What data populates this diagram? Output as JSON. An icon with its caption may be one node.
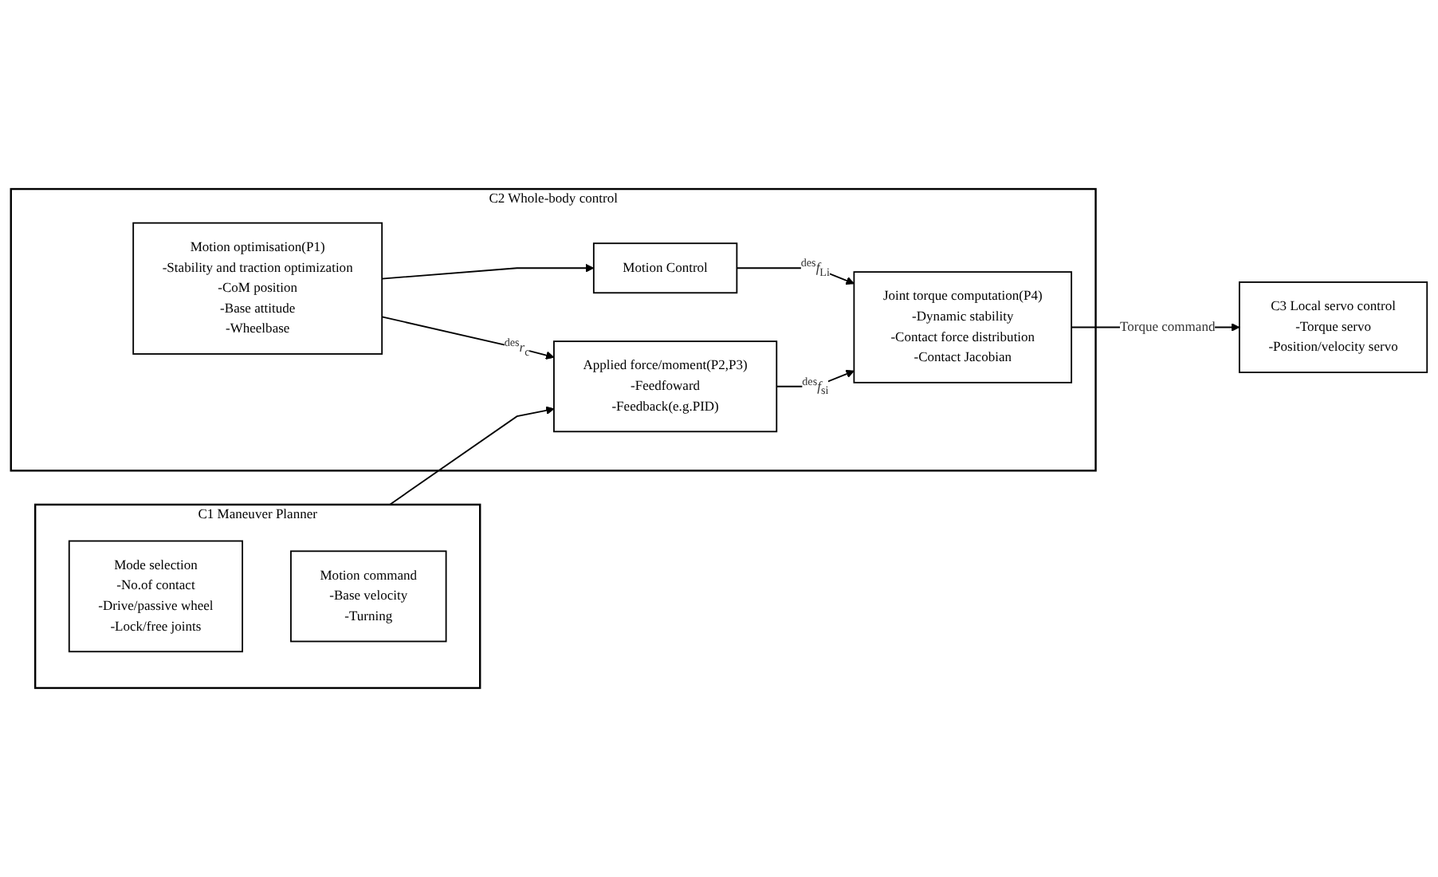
{
  "diagram": {
    "nodes": [
      {
        "text": [
          "C1 Maneuver Planner"
        ]
      },
      {
        "text": [
          "Mode selection",
          "-No.of contact",
          "-Drive/passive wheel",
          "-Lock/free joints"
        ],
        "in": 0
      },
      {
        "text": [
          "Motion command",
          "-Base velocity",
          "-Turning"
        ],
        "in": 0
      },
      {
        "text": [
          "C2 Whole-body control"
        ]
      },
      {
        "text": [
          "Motion optimisation(P1)",
          "-Stability and traction optimization",
          "-CoM position",
          "-Base attitude",
          "-Wheelbase"
        ],
        "in": 3
      },
      {
        "text": [
          "Applied force/moment(P2,P3)",
          "-Feedfoward",
          "-Feedback(e.g.PID)"
        ],
        "in": 3
      },
      {
        "text": [
          "Joint torque computation(P4)",
          "-Dynamic stability",
          "-Contact force distribution",
          "-Contact Jacobian"
        ],
        "in": 3
      },
      {
        "text": [
          "Motion Control"
        ],
        "in": 3
      },
      {
        "text": [
          "C3 Local servo control",
          "-Torque servo",
          "-Position/velocity servo"
        ]
      }
    ],
    "edges": [
      {
        "from": 0,
        "to": 5,
        "arrow": "to"
      },
      {
        "from": 4,
        "to": 5,
        "arrow": "to",
        "label": "$^{des}$*r*$_{c}$"
      },
      {
        "from": 4,
        "to": 7,
        "arrow": "to"
      },
      {
        "from": 5,
        "to": 6,
        "arrow": "to",
        "label": "$^{des}$*f*$_{si}$"
      },
      {
        "from": 7,
        "to": 6,
        "arrow": "to",
        "label": "$^{des}$*f*$_{Li}$"
      },
      {
        "from": 6,
        "to": 8,
        "arrow": "to",
        "label": "Torque command"
      }
    ]
  }
}
